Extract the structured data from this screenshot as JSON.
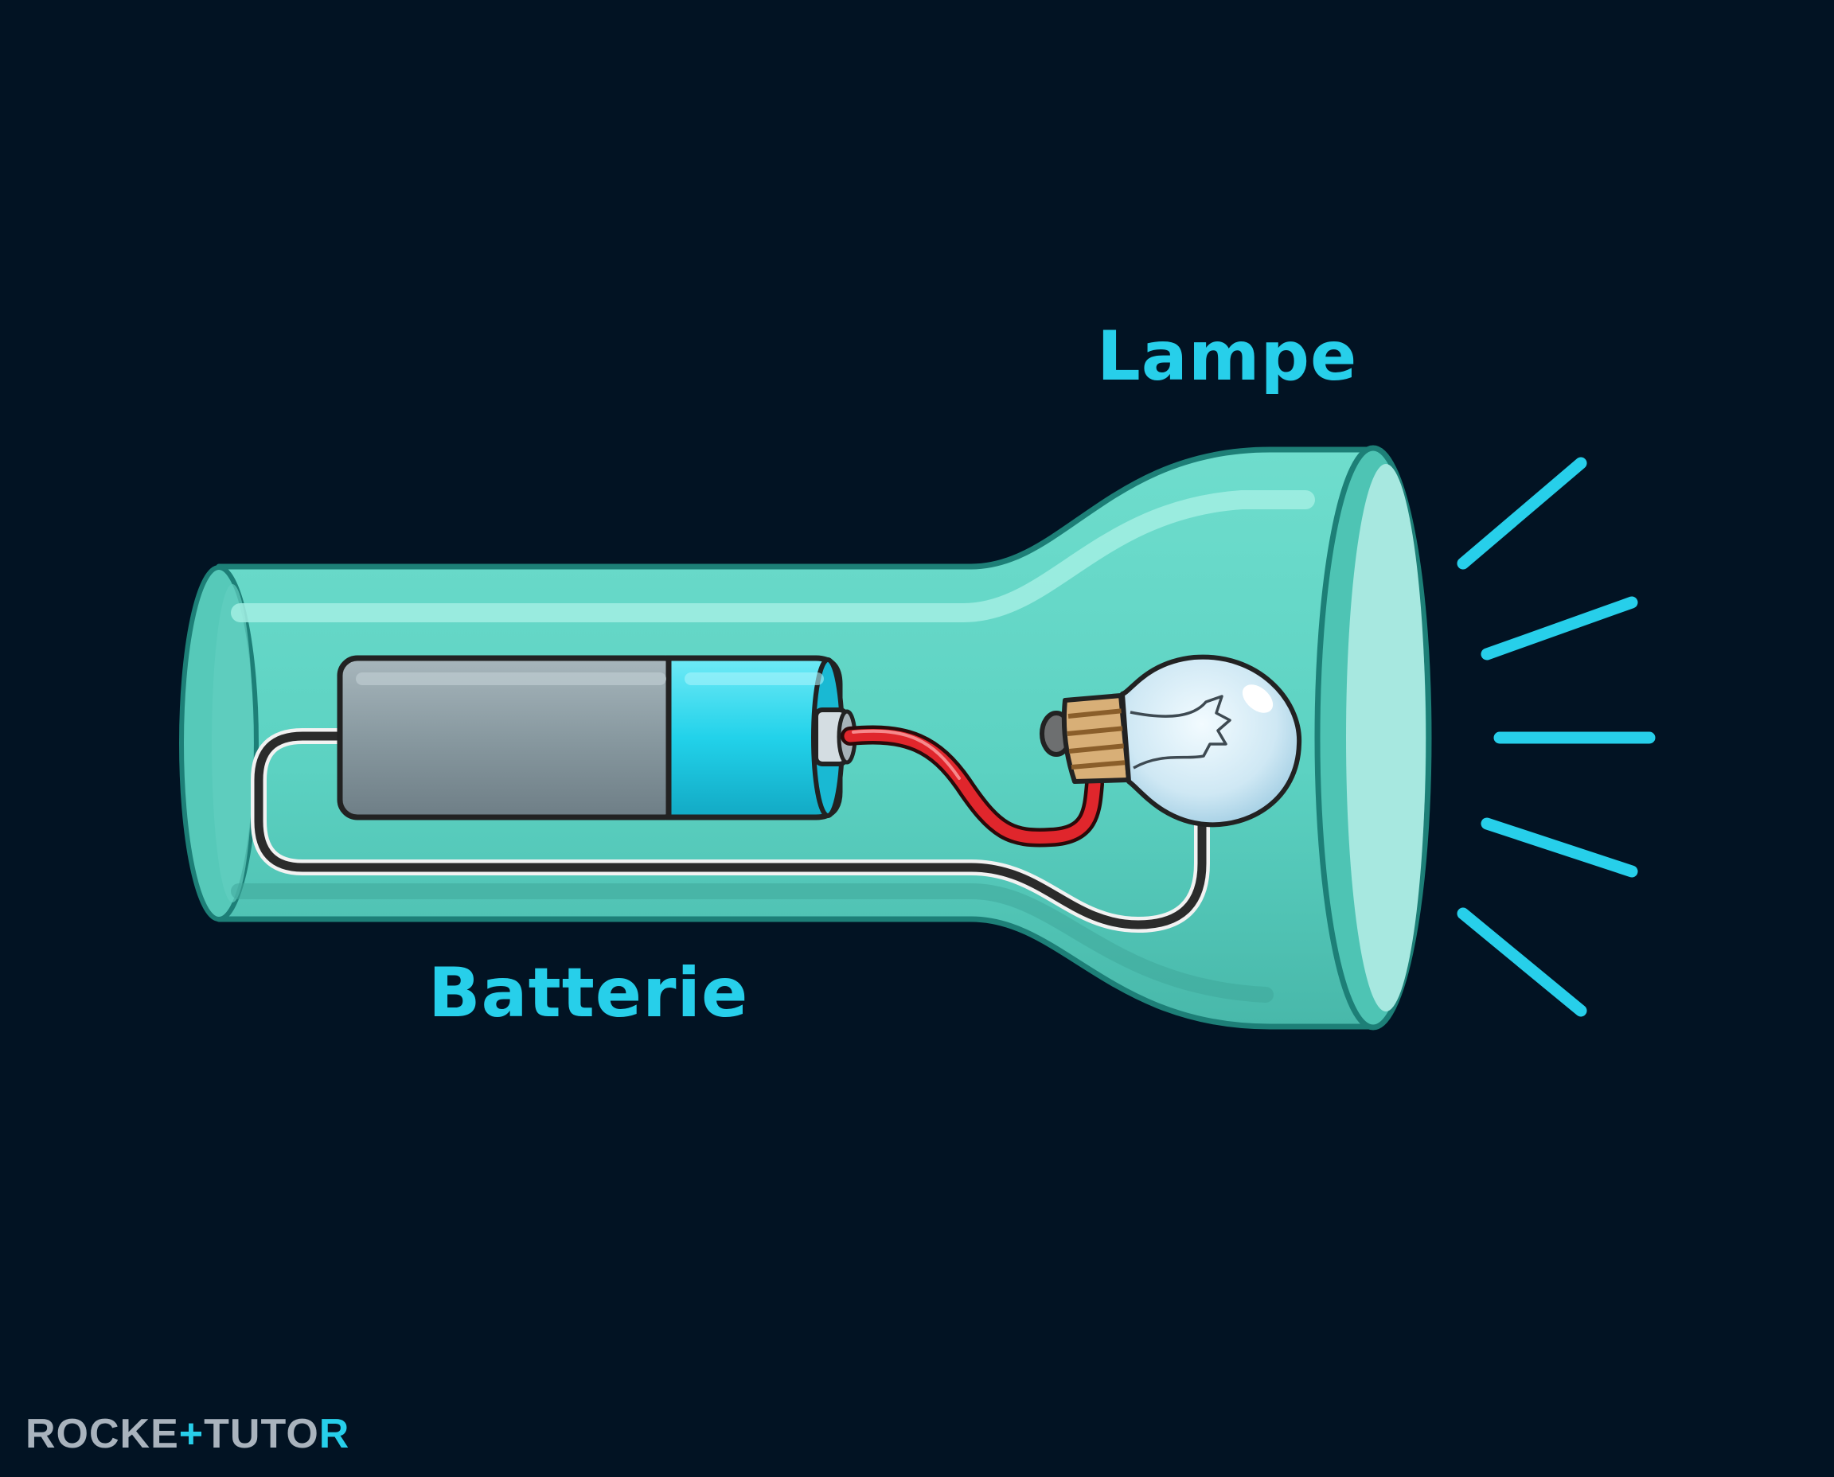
{
  "labels": {
    "lamp": "Lampe",
    "battery": "Batterie"
  },
  "watermark": {
    "part1": "ROCKE",
    "part2": "TUTO",
    "part3": "R"
  },
  "colors": {
    "background": "#021323",
    "label": "#27CFEA",
    "body": "#5CD3C2",
    "wire_positive": "#E0262C",
    "wire_negative": "#2B2B2B"
  }
}
